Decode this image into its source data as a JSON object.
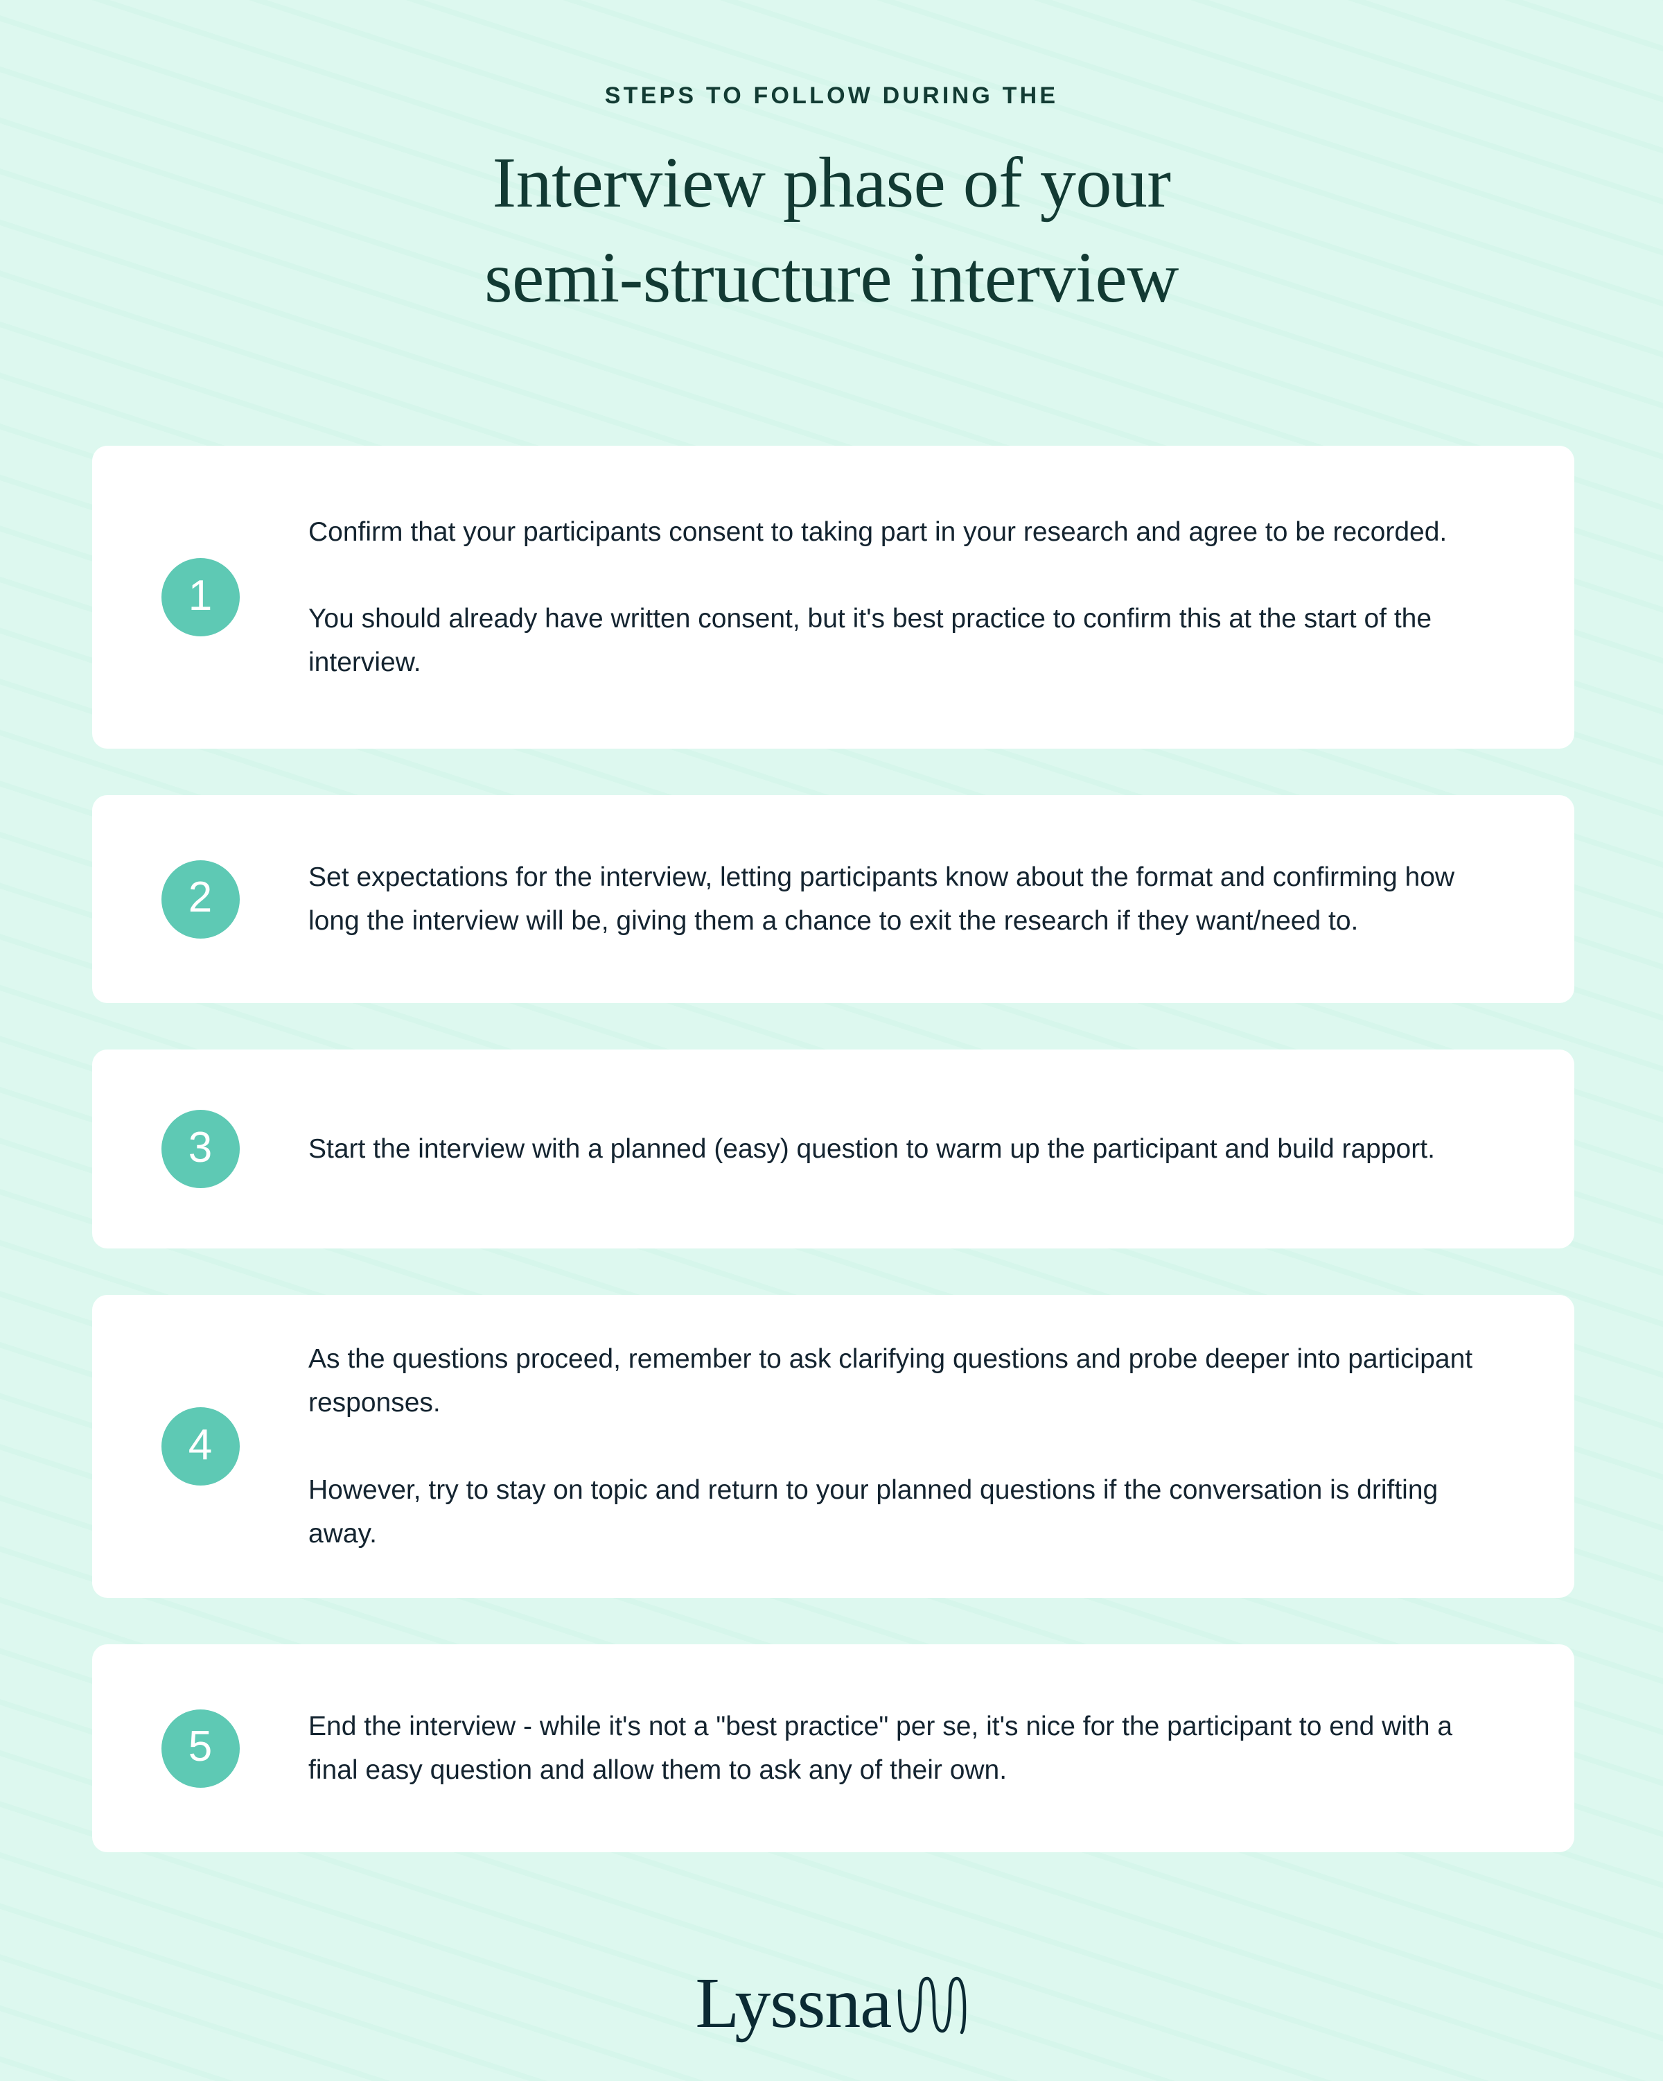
{
  "theme": {
    "background": "#ddf8ef",
    "card_background": "#ffffff",
    "badge_color": "#5ec9b4",
    "badge_text_color": "#ffffff",
    "heading_color": "#123a33",
    "eyebrow_color": "#133c34",
    "body_text_color": "#142430",
    "logo_color": "#0b2a33"
  },
  "header": {
    "eyebrow": "STEPS TO FOLLOW DURING THE",
    "title_line_1": "Interview phase of your",
    "title_line_2": "semi-structure interview"
  },
  "steps": [
    {
      "number": "1",
      "paragraphs": [
        "Confirm that your participants consent to taking part in your research and agree to be recorded.",
        "You should already have written consent, but it's best practice to confirm this at the start of the interview."
      ]
    },
    {
      "number": "2",
      "paragraphs": [
        "Set expectations for the interview, letting participants know about the format and confirming how long the interview will be, giving them a chance to exit the research if they want/need to."
      ]
    },
    {
      "number": "3",
      "paragraphs": [
        "Start the interview with a planned (easy) question to warm up the participant and build rapport."
      ]
    },
    {
      "number": "4",
      "paragraphs": [
        "As the questions proceed, remember to ask clarifying questions and probe deeper into participant responses.",
        "However, try to stay on topic and return to your planned questions if the conversation is drifting away."
      ]
    },
    {
      "number": "5",
      "paragraphs": [
        "End the interview - while it's not a \"best practice\" per se, it's nice for the participant to end with a final easy question and allow them to ask any of their own."
      ]
    }
  ],
  "footer": {
    "logo_wordmark": "Lyssna",
    "logo_mark_name": "three-loop-squiggle-icon"
  }
}
